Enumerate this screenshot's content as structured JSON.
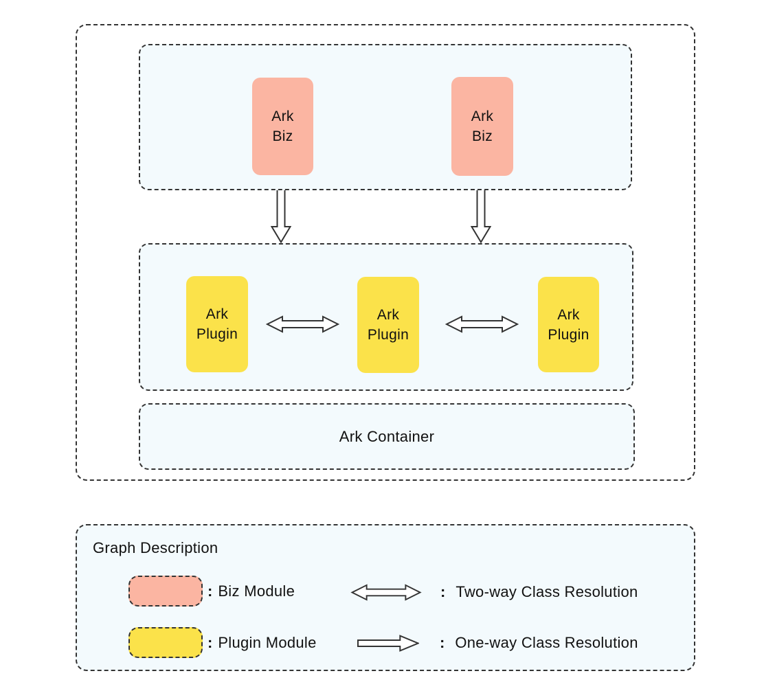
{
  "colors": {
    "biz_module": "#FBB5A2",
    "plugin_module": "#FBE24A",
    "layer_bg": "#F3FAFD",
    "line": "#333333",
    "arrow_fill": "#FFFFFF"
  },
  "diagram": {
    "biz_boxes": [
      {
        "line1": "Ark",
        "line2": "Biz"
      },
      {
        "line1": "Ark",
        "line2": "Biz"
      }
    ],
    "plugin_boxes": [
      {
        "line1": "Ark",
        "line2": "Plugin"
      },
      {
        "line1": "Ark",
        "line2": "Plugin"
      },
      {
        "line1": "Ark",
        "line2": "Plugin"
      }
    ],
    "container_label": "Ark Container",
    "icons": {
      "down_arrow": "one-way-down-arrow",
      "two_way_arrow": "two-way-horizontal-arrow"
    }
  },
  "legend": {
    "title": "Graph Description",
    "items": [
      {
        "swatch": "biz",
        "colon": ":",
        "label": "Biz Module"
      },
      {
        "swatch": "plugin",
        "colon": ":",
        "label": "Plugin Module"
      },
      {
        "icon": "two-way-arrow",
        "colon": ":",
        "label": "Two-way Class Resolution"
      },
      {
        "icon": "one-way-arrow",
        "colon": ":",
        "label": "One-way Class Resolution"
      }
    ]
  }
}
